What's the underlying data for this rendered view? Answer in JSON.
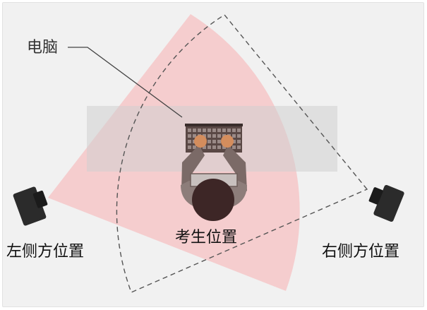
{
  "labels": {
    "computer": "电脑",
    "candidate_position": "考生位置",
    "left_side_position": "左侧方位置",
    "right_side_position": "右侧方位置"
  },
  "colors": {
    "background": "#f1f1f1",
    "left_field_of_view_fill": "#f6c7c8",
    "right_field_of_view_stroke": "#555555",
    "desk_band": "#d9d9d9",
    "camera_body": "#2b2b2b",
    "person_arms": "#7b6a67",
    "person_head": "#3d2626",
    "hands": "#d48d5d",
    "keyboard": "#4a3a38"
  },
  "icons": {
    "left_camera": "camera-icon",
    "right_camera": "camera-icon",
    "person": "person-top-view-icon",
    "keyboard": "keyboard-icon"
  }
}
